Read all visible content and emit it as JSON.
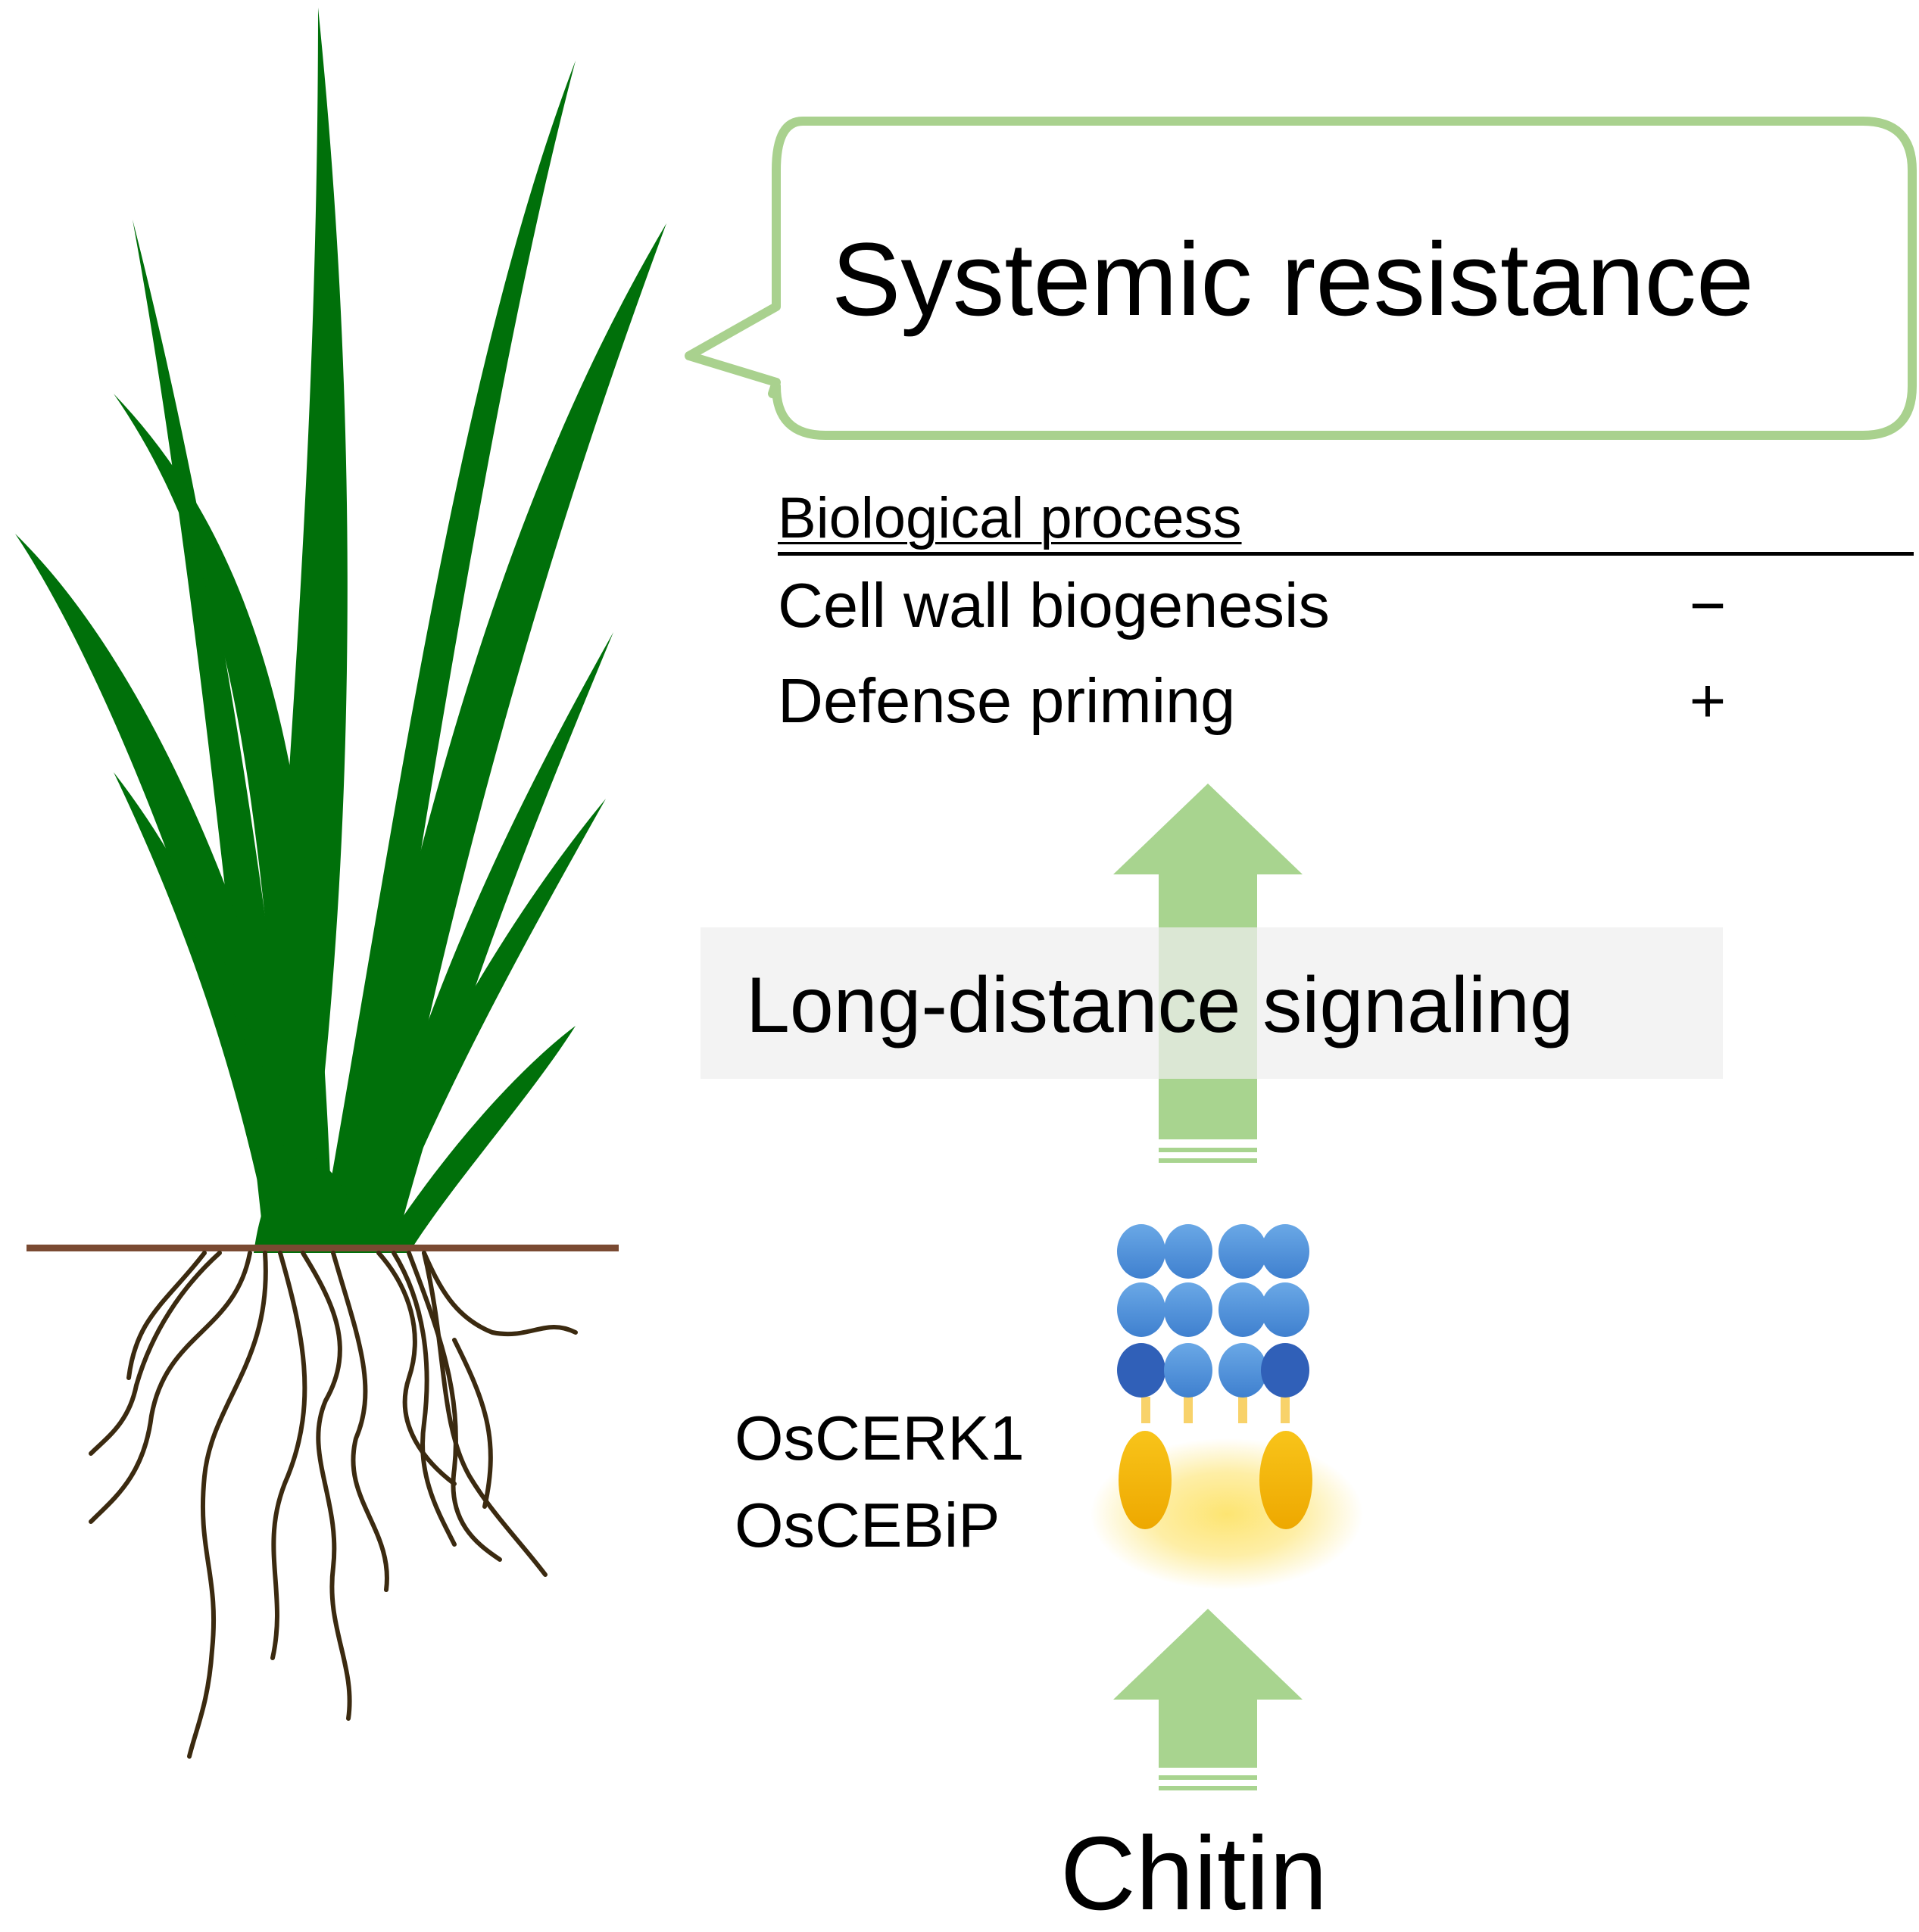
{
  "bubble": {
    "title": "Systemic resistance"
  },
  "process_table": {
    "header": "Biological process",
    "rows": [
      {
        "name": "Cell wall biogenesis",
        "sign": "−"
      },
      {
        "name": "Defense priming",
        "sign": "+"
      }
    ]
  },
  "signaling": {
    "label": "Long-distance signaling"
  },
  "receptors": {
    "line1": "OsCERK1",
    "line2": "OsCEBiP"
  },
  "stimulus": {
    "label": "Chitin"
  },
  "colors": {
    "leaf": "#00700a",
    "soil_line": "#7a4a32",
    "root": "#3b2a10",
    "arrow": "#a8d48f",
    "bubble_border": "#a9d18e",
    "signal_band": "#efefef",
    "domain_blue": "#4e8fd6",
    "domain_dark_blue": "#3060b8",
    "domain_yellow": "#f5b800",
    "glow": "#fde36a"
  },
  "icons": {
    "plant": "rice-plant-icon",
    "arrow_lower": "up-arrow-icon",
    "arrow_upper": "up-arrow-icon",
    "receptor": "receptor-complex-icon"
  }
}
